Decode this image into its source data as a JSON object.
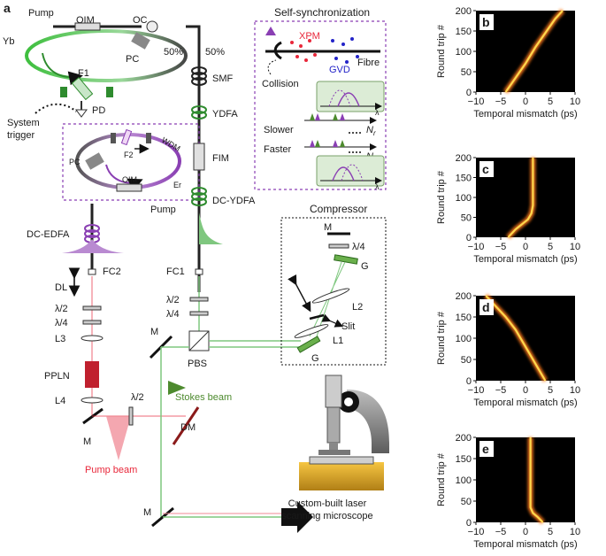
{
  "panel_a": {
    "label": "a",
    "pump_top": "Pump",
    "oim_top": "OIM",
    "oc": "OC",
    "yb": "Yb",
    "pc_top": "PC",
    "fifty_left": "50%",
    "fifty_right": "50%",
    "f1": "F1",
    "pd": "PD",
    "system": "System",
    "trigger": "trigger",
    "pc_bottom": "PC",
    "f2": "F2",
    "wdm": "WDM",
    "er": "Er",
    "oim_bottom": "OIM",
    "pump_bottom": "Pump",
    "smf": "SMF",
    "ydfa": "YDFA",
    "fim": "FIM",
    "dc_ydfa": "DC-YDFA",
    "dc_edfa": "DC-EDFA",
    "fc1": "FC1",
    "fc2": "FC2",
    "dl": "DL",
    "half_wave_left": "λ/2",
    "quarter_wave_left": "λ/4",
    "half_wave_right": "λ/2",
    "quarter_wave_right": "λ/4",
    "l3": "L3",
    "ppln": "PPLN",
    "l4": "L4",
    "m_left": "M",
    "half_wave_bottom": "λ/2",
    "dm": "DM",
    "pump_beam": "Pump beam",
    "m_pbs": "M",
    "pbs": "PBS",
    "stokes_beam": "Stokes beam",
    "m_bottom": "M",
    "microscope_line1": "Custom-built laser",
    "microscope_line2": "scanning microscope",
    "self_sync": {
      "title": "Self-synchronization",
      "xpm": "XPM",
      "gvd": "GVD",
      "fibre": "Fibre",
      "collision": "Collision",
      "lambda_top": "λ",
      "slower": "Slower",
      "faster": "Faster",
      "nr": "N",
      "nr_sub": "r",
      "nrt": "N",
      "nrt_sub": "rt",
      "lambda_bottom": "λ"
    },
    "compressor": {
      "title": "Compressor",
      "m": "M",
      "quarter_wave": "λ/4",
      "g_top": "G",
      "l2": "L2",
      "slit": "Slit",
      "l1": "L1",
      "g_bottom": "G"
    }
  },
  "colors": {
    "green": "#2e8b2e",
    "green_beam": "#7fc77f",
    "purple": "#8a3fb3",
    "red": "#e8273a",
    "pink_beam": "#f08a96",
    "dashed_box": "#8a3fb3",
    "heat_bg": "#000000",
    "heat_line": "#ffd84d"
  },
  "chart_data": [
    {
      "type": "heatmap",
      "panel": "b",
      "xlabel": "Temporal mismatch (ps)",
      "ylabel": "Round trip #",
      "xlim": [
        -10,
        10
      ],
      "ylim": [
        0,
        200
      ],
      "xticks": [
        "−10",
        "−5",
        "0",
        "5",
        "10"
      ],
      "yticks": [
        "0",
        "50",
        "100",
        "150",
        "200"
      ],
      "trace": [
        [
          -4,
          0
        ],
        [
          -2,
          35
        ],
        [
          0,
          70
        ],
        [
          2,
          110
        ],
        [
          4,
          145
        ],
        [
          6,
          180
        ],
        [
          7.5,
          200
        ]
      ]
    },
    {
      "type": "heatmap",
      "panel": "c",
      "xlabel": "Temporal mismatch (ps)",
      "ylabel": "Round trip #",
      "xlim": [
        -10,
        10
      ],
      "ylim": [
        0,
        200
      ],
      "xticks": [
        "−10",
        "−5",
        "0",
        "5",
        "10"
      ],
      "yticks": [
        "0",
        "50",
        "100",
        "150",
        "200"
      ],
      "trace": [
        [
          -3.5,
          0
        ],
        [
          -2,
          20
        ],
        [
          -0.5,
          35
        ],
        [
          0.5,
          45
        ],
        [
          1.2,
          60
        ],
        [
          1.5,
          80
        ],
        [
          1.5,
          200
        ]
      ]
    },
    {
      "type": "heatmap",
      "panel": "d",
      "xlabel": "Temporal mismatch (ps)",
      "ylabel": "Round trip #",
      "xlim": [
        -10,
        10
      ],
      "ylim": [
        0,
        200
      ],
      "xticks": [
        "−10",
        "−5",
        "0",
        "5",
        "10"
      ],
      "yticks": [
        "0",
        "50",
        "100",
        "150",
        "200"
      ],
      "trace": [
        [
          4,
          0
        ],
        [
          2,
          40
        ],
        [
          0,
          80
        ],
        [
          -2,
          120
        ],
        [
          -4,
          150
        ],
        [
          -6,
          175
        ],
        [
          -8,
          200
        ]
      ]
    },
    {
      "type": "heatmap",
      "panel": "e",
      "xlabel": "Temporal mismatch (ps)",
      "ylabel": "Round trip #",
      "xlim": [
        -10,
        10
      ],
      "ylim": [
        0,
        200
      ],
      "xticks": [
        "−10",
        "−5",
        "0",
        "5",
        "10"
      ],
      "yticks": [
        "0",
        "50",
        "100",
        "150",
        "200"
      ],
      "trace": [
        [
          3.5,
          0
        ],
        [
          2.5,
          12
        ],
        [
          1.5,
          22
        ],
        [
          1,
          35
        ],
        [
          1,
          60
        ],
        [
          1,
          200
        ]
      ]
    }
  ]
}
